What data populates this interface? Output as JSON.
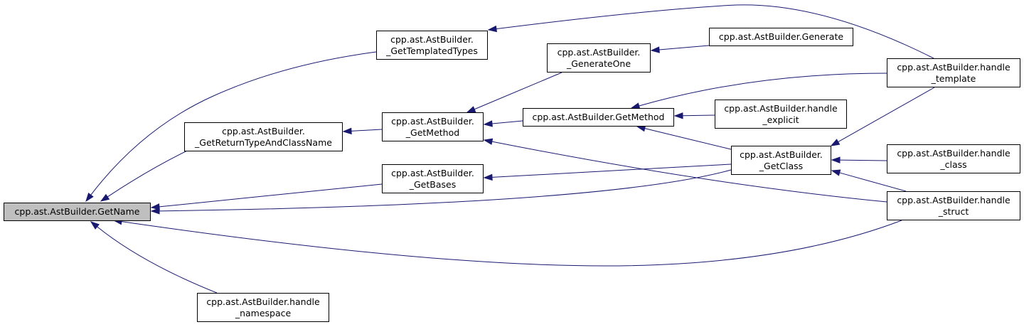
{
  "graph": {
    "root_id": "getname",
    "nodes": {
      "getname": {
        "lines": [
          "cpp.ast.AstBuilder.GetName"
        ]
      },
      "gettemplatedtypes": {
        "lines": [
          "cpp.ast.AstBuilder.",
          "_GetTemplatedTypes"
        ]
      },
      "getreturntype": {
        "lines": [
          "cpp.ast.AstBuilder.",
          "_GetReturnTypeAndClassName"
        ]
      },
      "getbases": {
        "lines": [
          "cpp.ast.AstBuilder.",
          "_GetBases"
        ]
      },
      "handle-namespace": {
        "lines": [
          "cpp.ast.AstBuilder.handle",
          "_namespace"
        ]
      },
      "getmethod-private": {
        "lines": [
          "cpp.ast.AstBuilder.",
          "_GetMethod"
        ]
      },
      "generateone": {
        "lines": [
          "cpp.ast.AstBuilder.",
          "_GenerateOne"
        ]
      },
      "getmethod": {
        "lines": [
          "cpp.ast.AstBuilder.GetMethod"
        ]
      },
      "generate": {
        "lines": [
          "cpp.ast.AstBuilder.Generate"
        ]
      },
      "handle-explicit": {
        "lines": [
          "cpp.ast.AstBuilder.handle",
          "_explicit"
        ]
      },
      "getclass": {
        "lines": [
          "cpp.ast.AstBuilder.",
          "_GetClass"
        ]
      },
      "handle-template": {
        "lines": [
          "cpp.ast.AstBuilder.handle",
          "_template"
        ]
      },
      "handle-class": {
        "lines": [
          "cpp.ast.AstBuilder.handle",
          "_class"
        ]
      },
      "handle-struct": {
        "lines": [
          "cpp.ast.AstBuilder.handle",
          "_struct"
        ]
      }
    },
    "edges": [
      {
        "from": "gettemplatedtypes",
        "to": "getname"
      },
      {
        "from": "getreturntype",
        "to": "getname"
      },
      {
        "from": "getbases",
        "to": "getname"
      },
      {
        "from": "getclass",
        "to": "getname"
      },
      {
        "from": "handle-struct",
        "to": "getname"
      },
      {
        "from": "handle-namespace",
        "to": "getname"
      },
      {
        "from": "handle-template",
        "to": "gettemplatedtypes"
      },
      {
        "from": "getmethod-private",
        "to": "getreturntype"
      },
      {
        "from": "generateone",
        "to": "getmethod-private"
      },
      {
        "from": "getmethod",
        "to": "getmethod-private"
      },
      {
        "from": "handle-struct",
        "to": "getmethod-private"
      },
      {
        "from": "getclass",
        "to": "getbases"
      },
      {
        "from": "generate",
        "to": "generateone"
      },
      {
        "from": "handle-template",
        "to": "getmethod"
      },
      {
        "from": "handle-explicit",
        "to": "getmethod"
      },
      {
        "from": "getclass",
        "to": "getmethod"
      },
      {
        "from": "handle-template",
        "to": "getclass"
      },
      {
        "from": "handle-class",
        "to": "getclass"
      },
      {
        "from": "handle-struct",
        "to": "getclass"
      }
    ],
    "colors": {
      "edge": "#191970",
      "root_fill": "#bfbfbf",
      "node_fill": "#ffffff",
      "node_border": "#000000"
    }
  }
}
